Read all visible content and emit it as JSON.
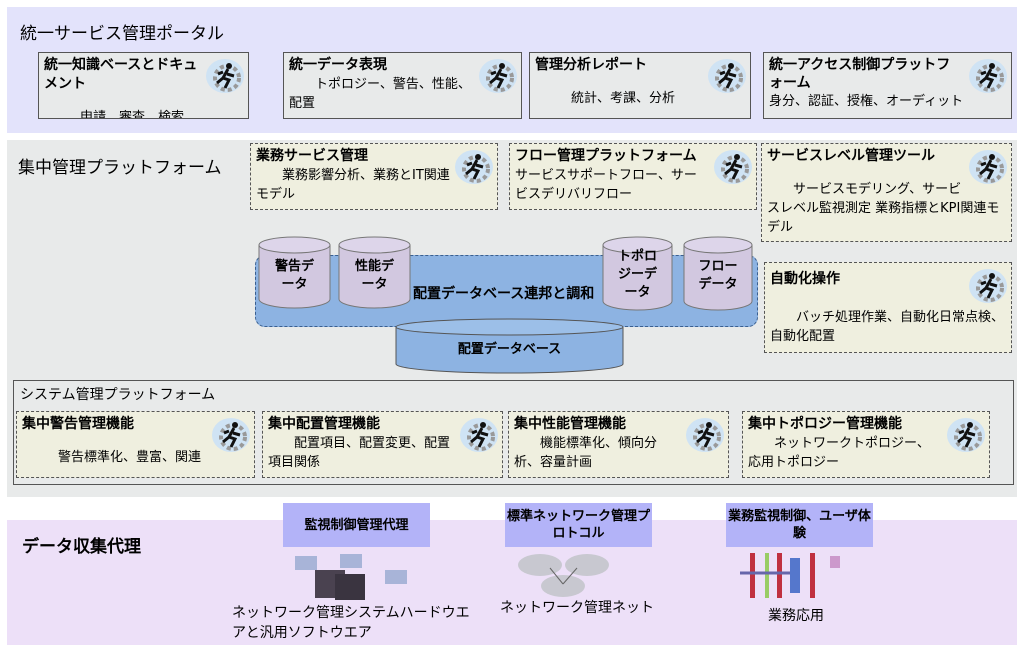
{
  "portal": {
    "title": "統一サービス管理ポータル",
    "boxes": [
      {
        "title": "統一知識ベースとドキュメント",
        "desc": "申請、審査、検索"
      },
      {
        "title": "統一データ表現",
        "desc": "トポロジー、警告、性能、配置"
      },
      {
        "title": "管理分析レポート",
        "desc": "統計、考課、分析"
      },
      {
        "title": "統一アクセス制御プラットフォーム",
        "desc": "身分、認証、授権、オーディット"
      }
    ]
  },
  "central": {
    "title": "集中管理プラットフォーム",
    "boxes": [
      {
        "title": "業務サービス管理",
        "desc": "業務影響分析、業務とIT関連モデル"
      },
      {
        "title": "フロー管理プラットフォーム",
        "desc": "サービスサポートフロー、サービスデリバリフロー"
      },
      {
        "title": "サービスレベル管理ツール",
        "desc": "サービスモデリング、サービスレベル監視測定 業務指標とKPI関連モデル"
      },
      {
        "title": "自動化操作",
        "desc": "バッチ処理作業、自動化日常点検、自動化配置"
      }
    ],
    "federation_label": "配置データベース連邦と調和",
    "databases": [
      "警告データ",
      "性能データ",
      "トポロジーデータ",
      "フローデータ"
    ],
    "cmdb": "配置データベース"
  },
  "system": {
    "title": "システム管理プラットフォーム",
    "boxes": [
      {
        "title": "集中警告管理機能",
        "desc": "警告標準化、豊富、関連"
      },
      {
        "title": "集中配置管理機能",
        "desc": "配置項目、配置変更、配置項目関係"
      },
      {
        "title": "集中性能管理機能",
        "desc": "機能標準化、傾向分析、容量計画"
      },
      {
        "title": "集中トポロジー管理機能",
        "desc": "ネットワークトポロジー、応用トポロジー"
      }
    ]
  },
  "collection": {
    "title": "データ収集代理",
    "items": [
      {
        "label": "監視制御管理代理",
        "caption": "ネットワーク管理システムハードウエアと汎用ソフトウエア"
      },
      {
        "label": "標準ネットワーク管理プロトコル",
        "caption": "ネットワーク管理ネット"
      },
      {
        "label": "業務監視制御、ユーザ体験",
        "caption": "業務応用"
      }
    ]
  },
  "colors": {
    "portal_bg": "#e3e3fb",
    "central_bg": "#e8eaea",
    "collection_bg": "#ede0f8",
    "box_fill": "#efefdf",
    "platform_blue": "#8db3e2",
    "db_purple": "#d2c8e0",
    "label_blue": "#b3b3f8"
  }
}
